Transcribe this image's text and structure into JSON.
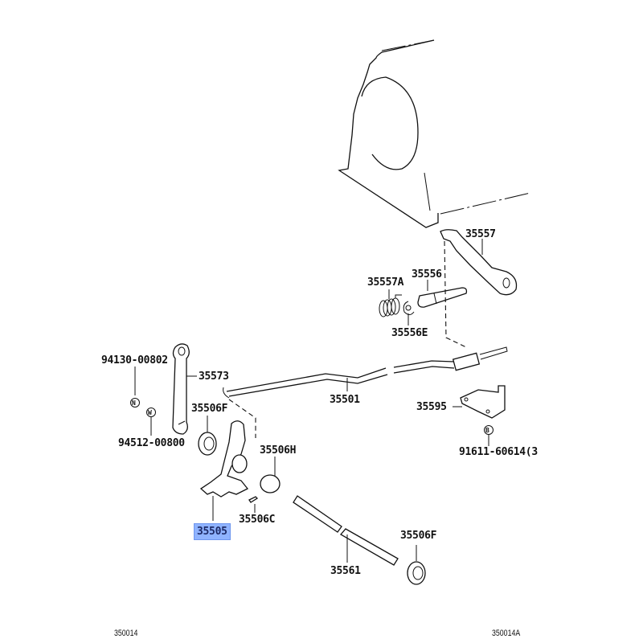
{
  "diagram": {
    "title": "Transmission shift linkage parts diagram",
    "highlight_color": "#8fb3ff",
    "labels": {
      "p35557": "35557",
      "p35557A": "35557A",
      "p35556": "35556",
      "p35556E": "35556E",
      "p94130": "94130-00802",
      "p35573": "35573",
      "p35501": "35501",
      "p35595": "35595",
      "p35506F_top": "35506F",
      "p94512": "94512-00800",
      "p91611": "91611-60614(3",
      "p35506H": "35506H",
      "p35505": "35505",
      "p35506C": "35506C",
      "p35561": "35561",
      "p35506F_bottom": "35506F"
    },
    "symbols": {
      "nut": "N",
      "washer": "W",
      "bolt": "B"
    },
    "footer": {
      "left_code": "350014",
      "right_code": "350014A"
    }
  }
}
